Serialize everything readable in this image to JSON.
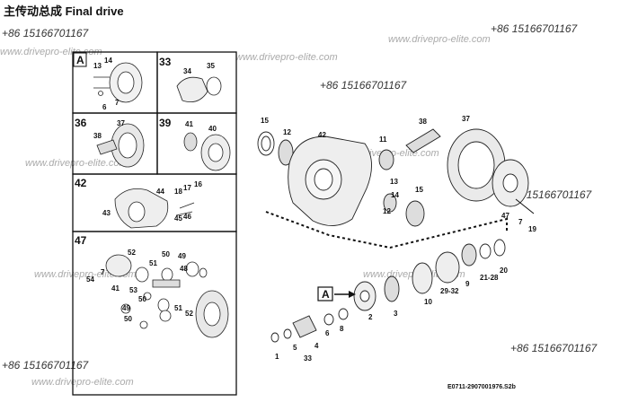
{
  "title": "主传动总成  Final drive",
  "phone": "+86 15166701167",
  "watermark": "www.drivepro-elite.com",
  "drawing_code": "E0711-2907001976.S2b",
  "insets": [
    {
      "id": "A",
      "labels": [
        "13",
        "14",
        "6",
        "7"
      ]
    },
    {
      "id": "33",
      "labels": [
        "34",
        "35"
      ]
    },
    {
      "id": "36",
      "labels": [
        "37",
        "38"
      ]
    },
    {
      "id": "39",
      "labels": [
        "41",
        "40"
      ]
    },
    {
      "id": "42",
      "labels": [
        "44",
        "18",
        "17",
        "16",
        "43",
        "45",
        "46"
      ]
    },
    {
      "id": "47",
      "labels": [
        "52",
        "51",
        "50",
        "49",
        "48",
        "54",
        "7",
        "41",
        "53",
        "50",
        "49",
        "51",
        "52",
        "50"
      ]
    }
  ],
  "callouts": {
    "upper": [
      "15",
      "12",
      "42",
      "11",
      "38",
      "37",
      "13",
      "14",
      "12",
      "15",
      "47",
      "7",
      "19"
    ],
    "lower": [
      "20",
      "21-28",
      "9",
      "29-32",
      "10",
      "3",
      "2",
      "8",
      "6",
      "4",
      "5",
      "33",
      "1"
    ],
    "view_marker": "A"
  }
}
